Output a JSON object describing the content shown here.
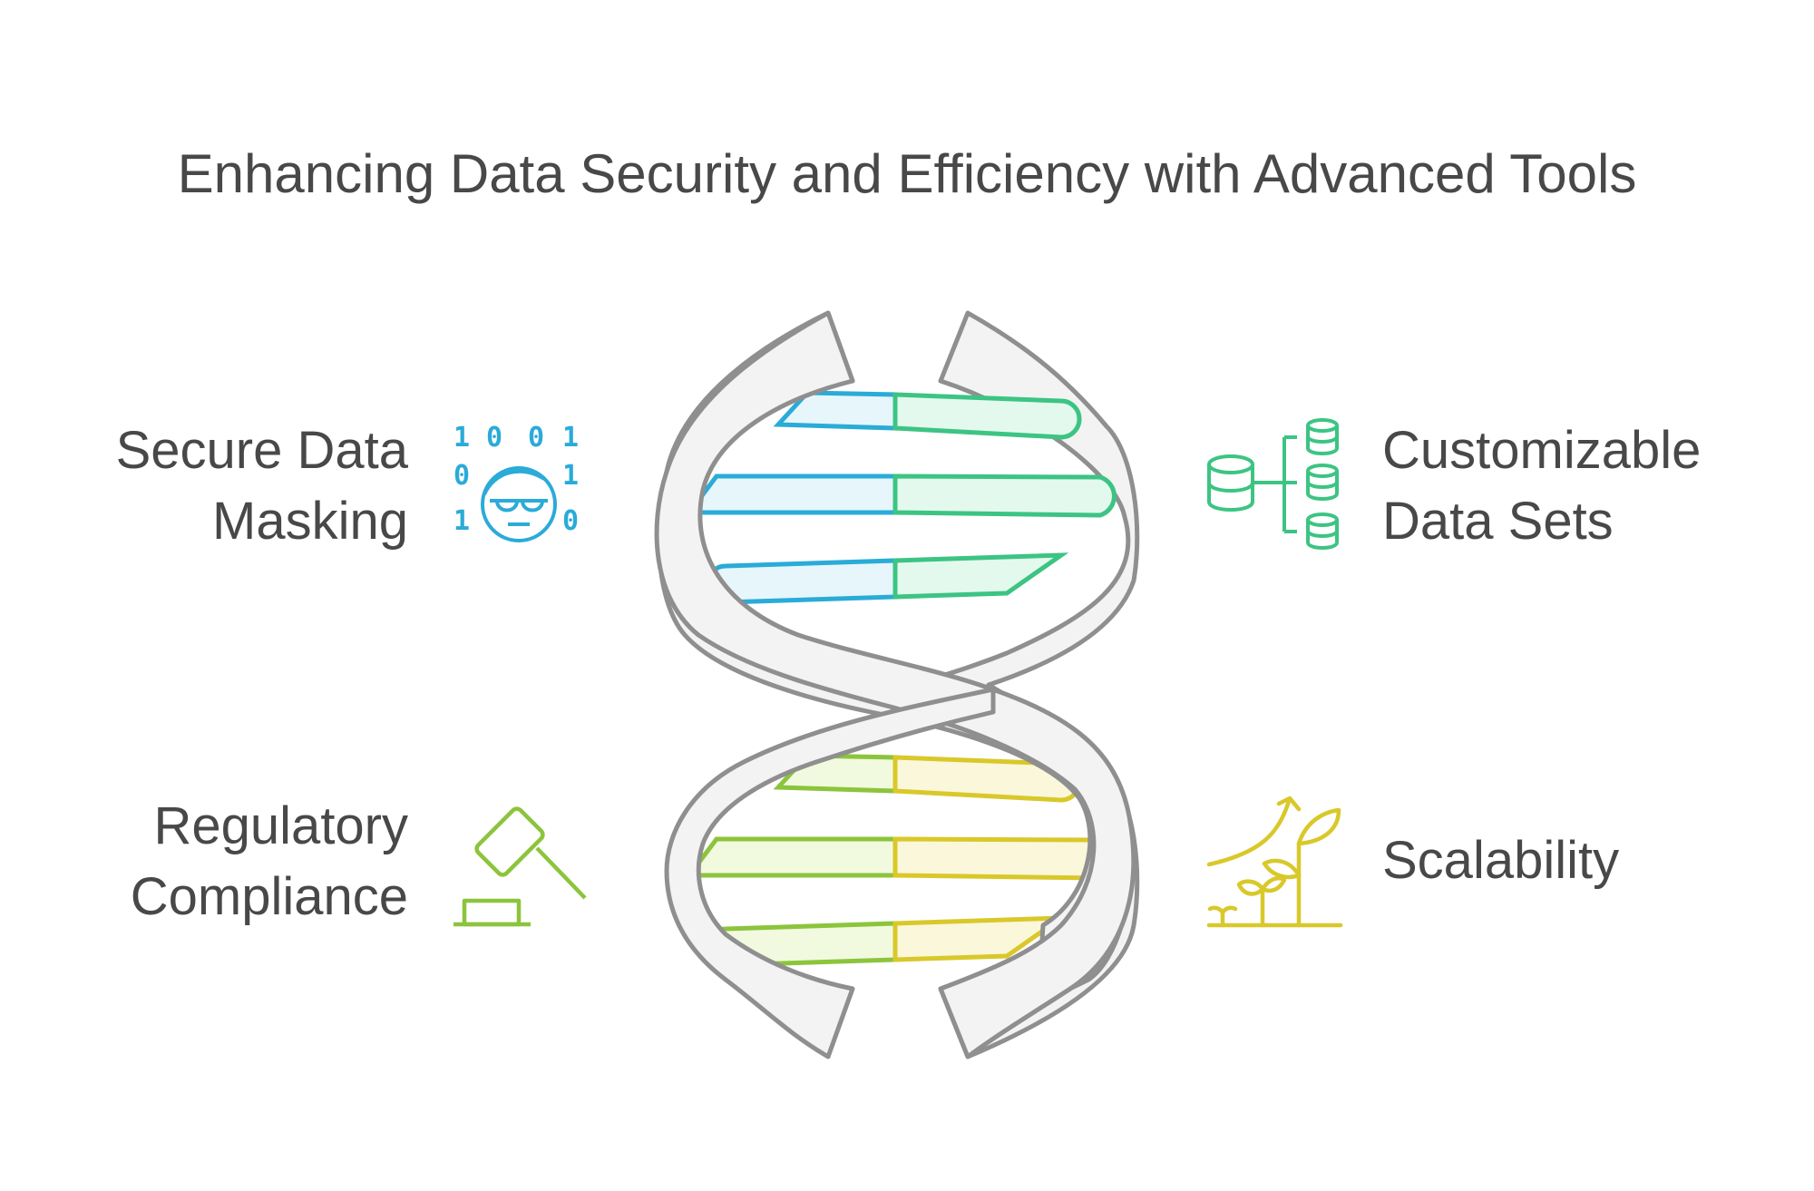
{
  "title": "Enhancing Data Security and Efficiency with Advanced Tools",
  "items": [
    {
      "id": "secure-data-masking",
      "lines": [
        "Secure Data",
        "Masking"
      ],
      "icon": "masked-person-binary-icon",
      "color": "#2AABD8",
      "fill": "#E6F6FB",
      "binary_digits": [
        "1",
        "0",
        "0",
        "1",
        "0",
        "1",
        "1",
        "0"
      ]
    },
    {
      "id": "customizable-data-sets",
      "lines": [
        "Customizable",
        "Data Sets"
      ],
      "icon": "database-tree-icon",
      "color": "#3CC483",
      "fill": "#E4F9EE"
    },
    {
      "id": "regulatory-compliance",
      "lines": [
        "Regulatory",
        "Compliance"
      ],
      "icon": "gavel-icon",
      "color": "#8CC43C",
      "fill": "#F1FADF"
    },
    {
      "id": "scalability",
      "lines": [
        "Scalability"
      ],
      "icon": "growing-plant-icon",
      "color": "#D9C82A",
      "fill": "#FBF7DA"
    }
  ],
  "helix": {
    "strand_stroke": "#8F8F8F",
    "strand_fill": "#F3F3F3"
  }
}
